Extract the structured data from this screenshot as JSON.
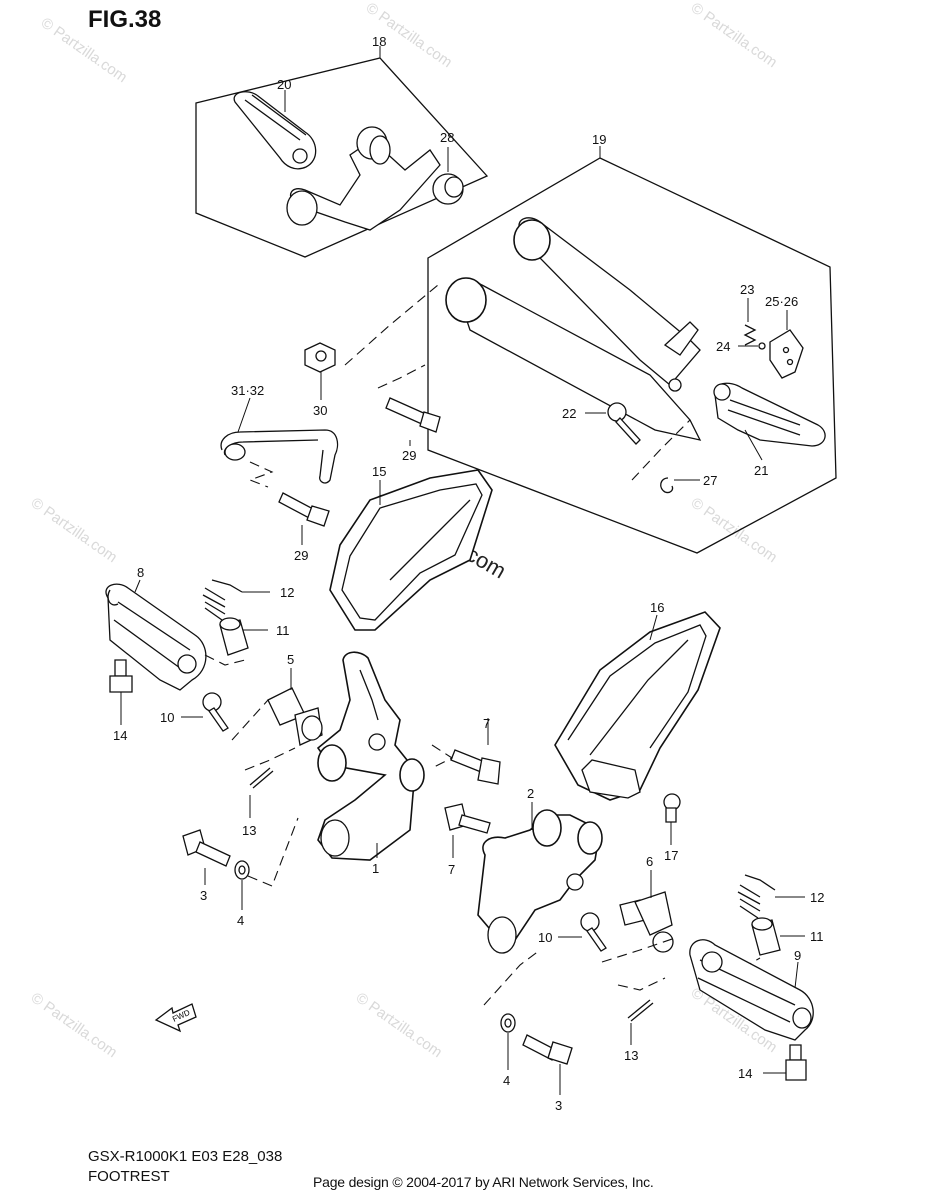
{
  "figure": {
    "title": "FIG.38"
  },
  "footer": {
    "model_code": "GSX-R1000K1 E03 E28_038",
    "section_name": "FOOTREST",
    "credit": "Page design © 2004-2017 by ARI Network Services, Inc."
  },
  "watermark": {
    "text": "© Partzilla.com"
  },
  "callouts": {
    "c18": "18",
    "c20": "20",
    "c28": "28",
    "c19": "19",
    "c23": "23",
    "c25_26": "25·26",
    "c24": "24",
    "c22": "22",
    "c27": "27",
    "c21": "21",
    "c30": "30",
    "c31_32": "31·32",
    "c29a": "29",
    "c29b": "29",
    "c15": "15",
    "c8": "8",
    "c12a": "12",
    "c11a": "11",
    "c5": "5",
    "c14a": "14",
    "c10a": "10",
    "c7a": "7",
    "c16": "16",
    "c13a": "13",
    "c2": "2",
    "c17": "17",
    "c3a": "3",
    "c4a": "4",
    "c1": "1",
    "c7b": "7",
    "c6": "6",
    "c12b": "12",
    "c10b": "10",
    "c11b": "11",
    "c9": "9",
    "c13b": "13",
    "c4b": "4",
    "c3b": "3",
    "c14b": "14"
  },
  "fwd_badge": "FWD"
}
